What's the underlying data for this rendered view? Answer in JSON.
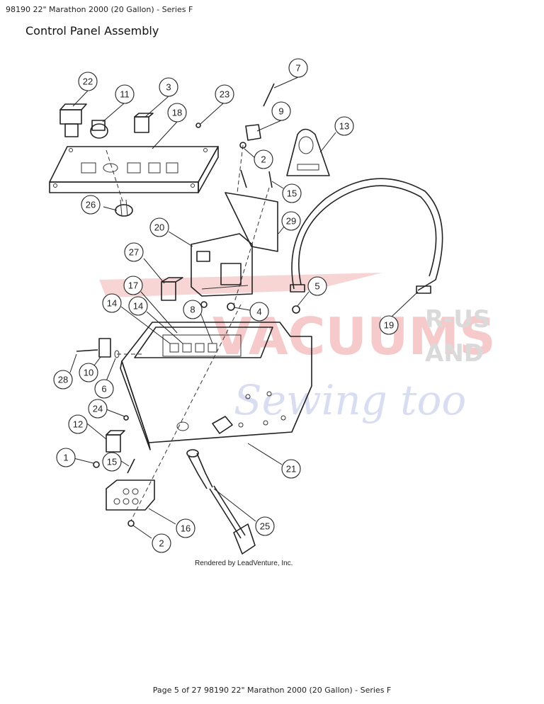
{
  "header": {
    "title": "98190 22\" Marathon 2000 (20 Gallon) - Series F"
  },
  "section": {
    "title": "Control Panel Assembly"
  },
  "diagram": {
    "callouts": [
      "22",
      "11",
      "3",
      "23",
      "18",
      "7",
      "9",
      "13",
      "2",
      "15",
      "26",
      "20",
      "29",
      "27",
      "17",
      "14",
      "14",
      "8",
      "4",
      "5",
      "19",
      "28",
      "10",
      "6",
      "24",
      "12",
      "1",
      "15",
      "16",
      "2",
      "21",
      "25"
    ],
    "credit": "Rendered by LeadVenture, Inc."
  },
  "watermark": {
    "line1": "VACUUMS",
    "line2a": "R-US",
    "line2b": "AND",
    "line3": "Sewing too"
  },
  "footer": {
    "page": "Page 5 of 27 98190 22\" Marathon 2000 (20 Gallon) - Series F"
  }
}
